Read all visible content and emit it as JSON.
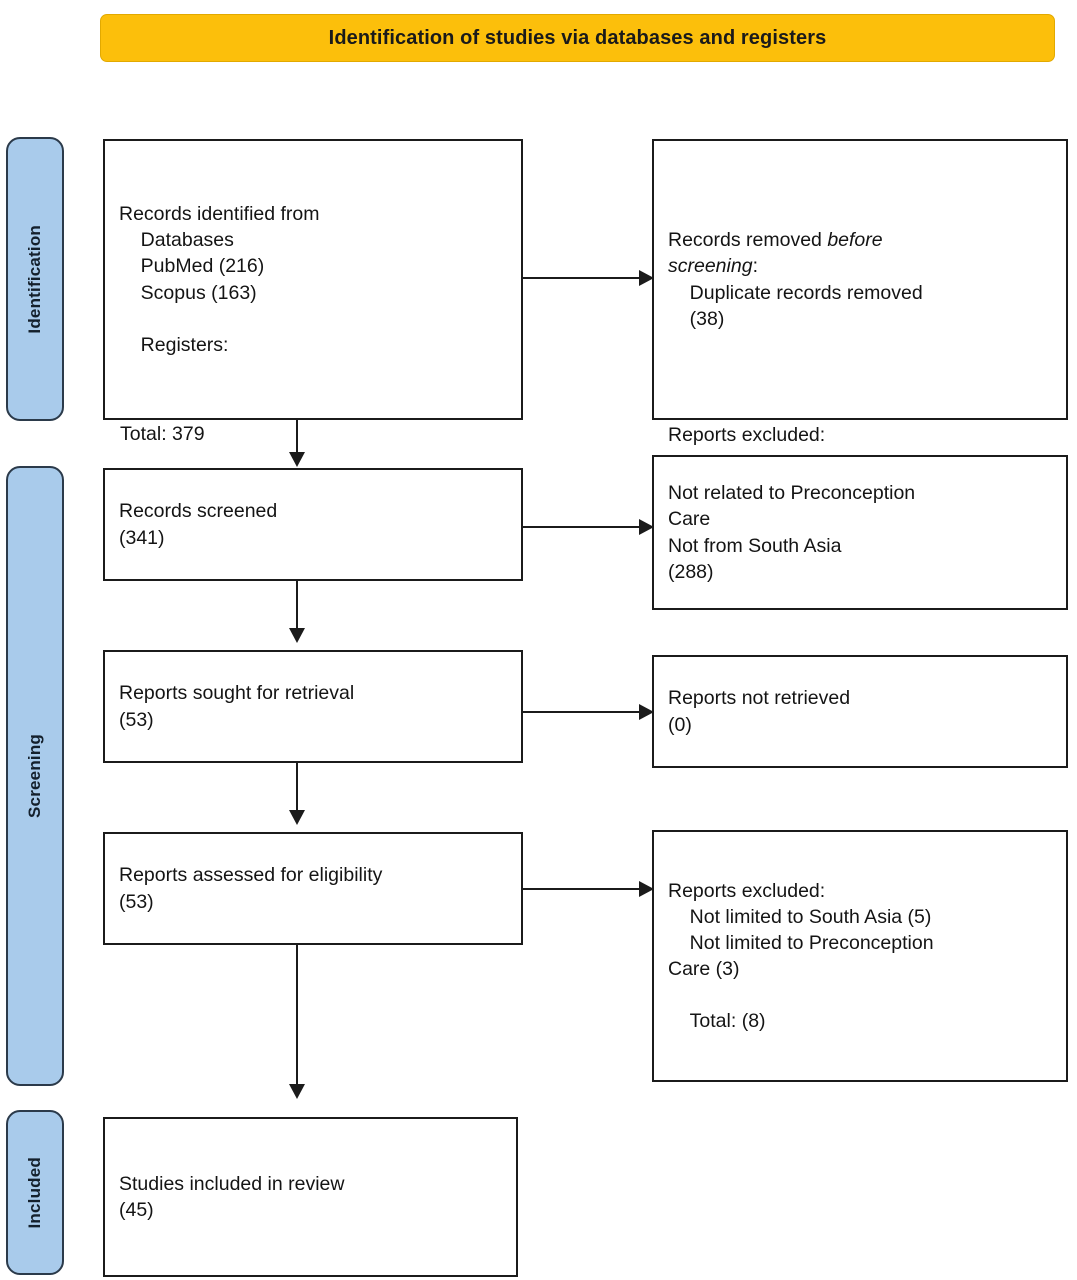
{
  "header": {
    "title": "Identification of studies via databases and registers",
    "background_color": "#FCBF0B"
  },
  "stages": {
    "identification": "Identification",
    "screening": "Screening",
    "included": "Included",
    "bar_color": "#A9CBEB"
  },
  "boxes": {
    "identified": {
      "line1": "Records identified from",
      "line2": "    Databases",
      "line3": "    PubMed (216)",
      "line4": "    Scopus (163)",
      "line5": "",
      "line6": "    Registers:"
    },
    "removed_before_screening": {
      "line1_a": "Records removed ",
      "line1_italic": "before",
      "line2_italic": "screening",
      "line2_b": ":",
      "line3": "    Duplicate records removed",
      "line4": "    (38)"
    },
    "screened": {
      "line1": "Records screened",
      "line2": "(341)"
    },
    "excluded_screening": {
      "heading": "Reports excluded:",
      "line1": "Not related to Preconception",
      "line2": "Care",
      "line3": "Not from South Asia",
      "line4": "(288)"
    },
    "sought": {
      "line1": "Reports sought for retrieval",
      "line2": "(53)"
    },
    "not_retrieved": {
      "line1": "Reports not retrieved",
      "line2": "(0)"
    },
    "assessed": {
      "line1": "Reports assessed for eligibility",
      "line2": "(53)"
    },
    "excluded_eligibility": {
      "line1": "Reports excluded:",
      "line2": "    Not limited to South Asia (5)",
      "line3": "    Not limited to Preconception",
      "line4": "Care (3)",
      "line5": "",
      "line6": "    Total: (8)"
    },
    "included": {
      "line1": "Studies included in review",
      "line2": "(45)"
    }
  },
  "labels": {
    "total_identified": "Total: 379"
  },
  "chart_data": {
    "type": "table",
    "title": "PRISMA 2020 flow diagram for new systematic reviews which included searches of databases and registers only",
    "counts": {
      "pubmed": 216,
      "scopus": 163,
      "total_identified": 379,
      "duplicates_removed": 38,
      "records_screened": 341,
      "records_excluded": 288,
      "reports_sought": 53,
      "reports_not_retrieved": 0,
      "reports_assessed": 53,
      "excluded_not_limited_south_asia": 5,
      "excluded_not_limited_preconception_care": 3,
      "excluded_total": 8,
      "studies_included": 45
    }
  }
}
